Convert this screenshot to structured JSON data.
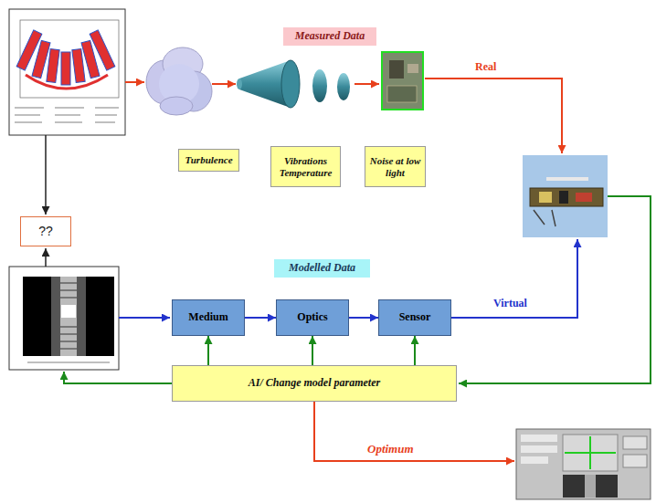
{
  "diagram": {
    "nodes": [
      {
        "text": [
          "Measured Data"
        ]
      },
      {
        "text": [
          "Turbulence"
        ]
      },
      {
        "text": [
          "Vibrations Temperature"
        ]
      },
      {
        "text": [
          "Noise at low light"
        ]
      },
      {
        "text": [
          "??"
        ]
      },
      {
        "text": [
          "Modelled Data"
        ]
      },
      {
        "text": [
          "Medium"
        ]
      },
      {
        "text": [
          "Optics"
        ]
      },
      {
        "text": [
          "Sensor"
        ]
      },
      {
        "text": [
          "AI/ Change model parameter"
        ]
      }
    ],
    "edges": [
      {
        "from": 6,
        "to": 7,
        "arrow": "to"
      },
      {
        "from": 7,
        "to": 8,
        "arrow": "to"
      },
      {
        "from": 9,
        "to": 6,
        "arrow": "to"
      },
      {
        "from": 9,
        "to": 7,
        "arrow": "to"
      },
      {
        "from": 9,
        "to": 8,
        "arrow": "to"
      }
    ],
    "labels": [
      "Real",
      "Virtual",
      "Optimum"
    ]
  }
}
